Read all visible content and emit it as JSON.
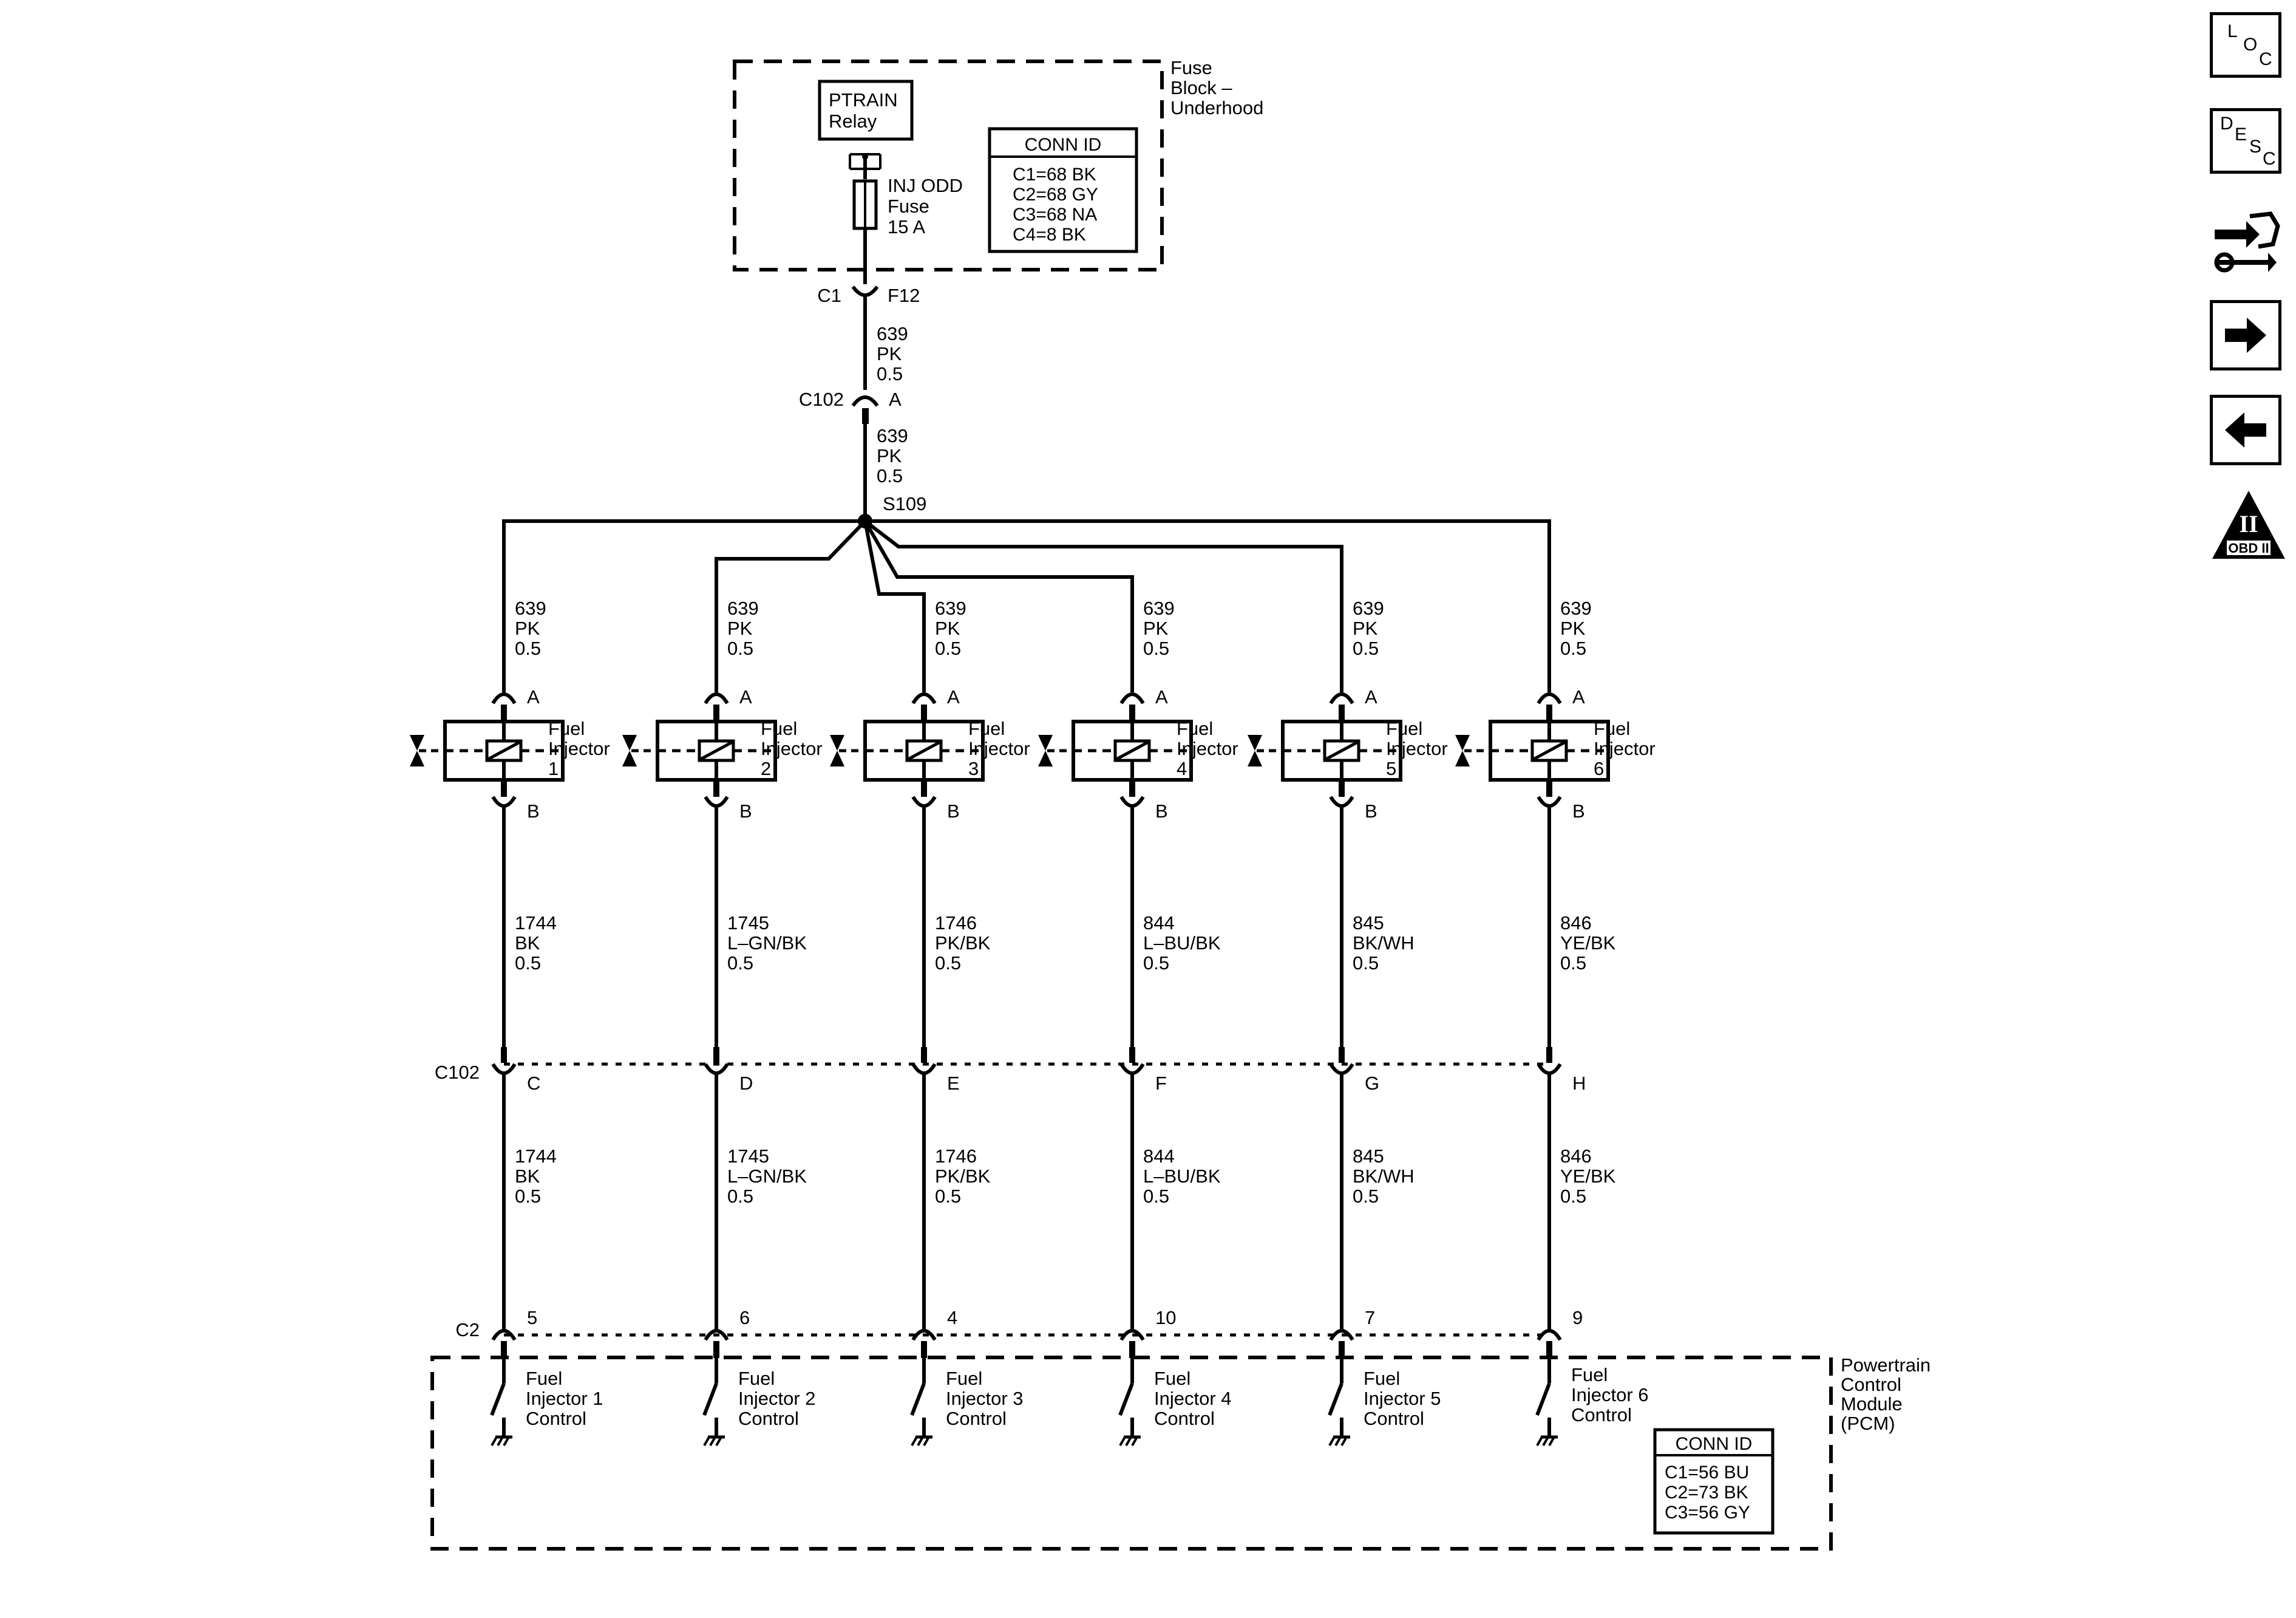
{
  "fuse_block": {
    "title_lines": [
      "Fuse",
      "Block –",
      "Underhood"
    ],
    "relay_lines": [
      "PTRAIN",
      "Relay"
    ],
    "fuse_lines": [
      "INJ ODD",
      "Fuse",
      "15 A"
    ],
    "conn_id": {
      "header": "CONN ID",
      "rows": [
        "C1=68 BK",
        "C2=68 GY",
        "C3=68 NA",
        "C4=8 BK"
      ]
    }
  },
  "feed": {
    "c1_label": "C1",
    "c1_pin": "F12",
    "wire_top": [
      "639",
      "PK",
      "0.5"
    ],
    "c102_label": "C102",
    "c102_pin": "A",
    "wire_mid": [
      "639",
      "PK",
      "0.5"
    ],
    "splice": "S109"
  },
  "injectors": [
    {
      "name_lines": [
        "Fuel",
        "Injector",
        "1"
      ],
      "feed_wire": [
        "639",
        "PK",
        "0.5"
      ],
      "pin_a": "A",
      "pin_b": "B",
      "ctrl_wire": [
        "1744",
        "BK",
        "0.5"
      ],
      "c102_pin": "C",
      "pcm_pin": "5",
      "pcm_label": [
        "Fuel",
        "Injector 1",
        "Control"
      ]
    },
    {
      "name_lines": [
        "Fuel",
        "Injector",
        "2"
      ],
      "feed_wire": [
        "639",
        "PK",
        "0.5"
      ],
      "pin_a": "A",
      "pin_b": "B",
      "ctrl_wire": [
        "1745",
        "L–GN/BK",
        "0.5"
      ],
      "c102_pin": "D",
      "pcm_pin": "6",
      "pcm_label": [
        "Fuel",
        "Injector 2",
        "Control"
      ]
    },
    {
      "name_lines": [
        "Fuel",
        "Injector",
        "3"
      ],
      "feed_wire": [
        "639",
        "PK",
        "0.5"
      ],
      "pin_a": "A",
      "pin_b": "B",
      "ctrl_wire": [
        "1746",
        "PK/BK",
        "0.5"
      ],
      "c102_pin": "E",
      "pcm_pin": "4",
      "pcm_label": [
        "Fuel",
        "Injector 3",
        "Control"
      ]
    },
    {
      "name_lines": [
        "Fuel",
        "Injector",
        "4"
      ],
      "feed_wire": [
        "639",
        "PK",
        "0.5"
      ],
      "pin_a": "A",
      "pin_b": "B",
      "ctrl_wire": [
        "844",
        "L–BU/BK",
        "0.5"
      ],
      "c102_pin": "F",
      "pcm_pin": "10",
      "pcm_label": [
        "Fuel",
        "Injector 4",
        "Control"
      ]
    },
    {
      "name_lines": [
        "Fuel",
        "Injector",
        "5"
      ],
      "feed_wire": [
        "639",
        "PK",
        "0.5"
      ],
      "pin_a": "A",
      "pin_b": "B",
      "ctrl_wire": [
        "845",
        "BK/WH",
        "0.5"
      ],
      "c102_pin": "G",
      "pcm_pin": "7",
      "pcm_label": [
        "Fuel",
        "Injector 5",
        "Control"
      ]
    },
    {
      "name_lines": [
        "Fuel",
        "Injector",
        "6"
      ],
      "feed_wire": [
        "639",
        "PK",
        "0.5"
      ],
      "pin_a": "A",
      "pin_b": "B",
      "ctrl_wire": [
        "846",
        "YE/BK",
        "0.5"
      ],
      "c102_pin": "H",
      "pcm_pin": "9",
      "pcm_label": [
        "Fuel",
        "Injector 6",
        "Control"
      ]
    }
  ],
  "c102_row_label": "C102",
  "c2_row_label": "C2",
  "pcm": {
    "title_lines": [
      "Powertrain",
      "Control",
      "Module",
      "(PCM)"
    ],
    "conn_id": {
      "header": "CONN ID",
      "rows": [
        "C1=56 BU",
        "C2=73 BK",
        "C3=56 GY"
      ]
    }
  },
  "sidebar": {
    "loc": {
      "l1": "L",
      "l2": "O",
      "l3": "C"
    },
    "desc": {
      "l1": "D",
      "l2": "E",
      "l3": "S",
      "l4": "C"
    },
    "obd_text": "OBD II",
    "obd_numeral": "II",
    "icons": [
      "component-connector-icon",
      "next-arrow-icon",
      "previous-arrow-icon",
      "obd-ii-icon"
    ]
  },
  "colors": {
    "ink": "#000000",
    "background": "#ffffff"
  }
}
